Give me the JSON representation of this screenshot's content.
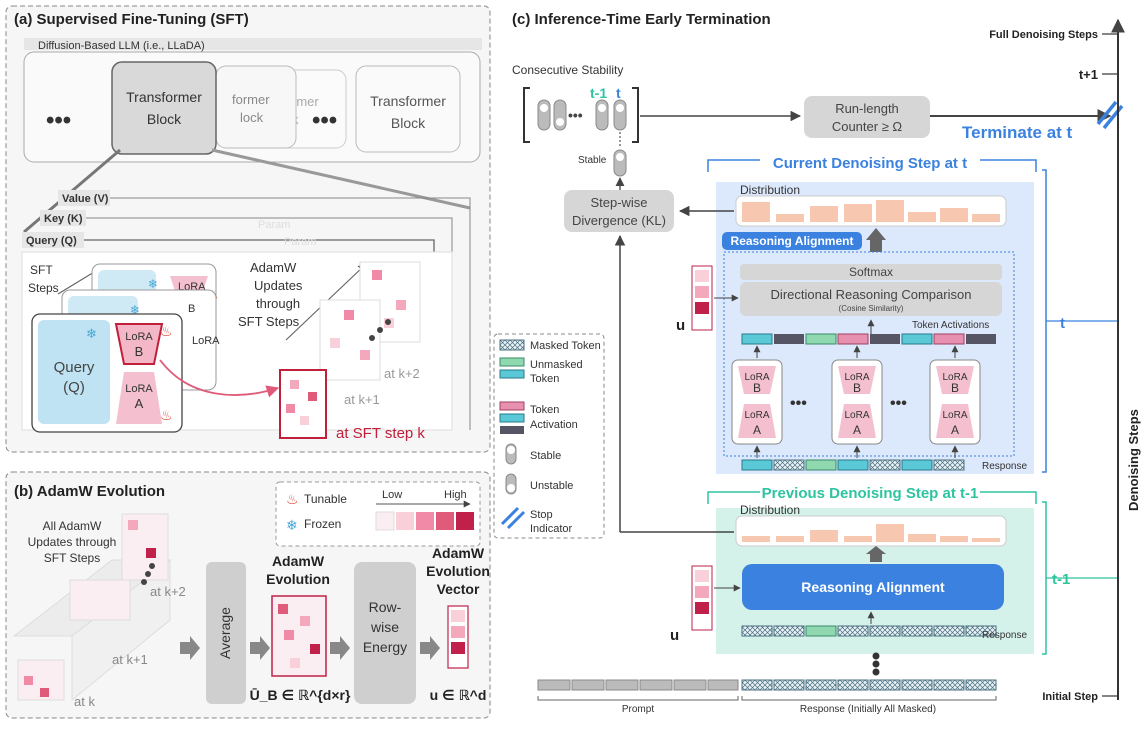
{
  "panel_a": {
    "title": "(a) Supervised Fine-Tuning (SFT)",
    "llm_label": "Diffusion-Based LLM (i.e., LLaDA)",
    "block1": [
      "Transformer",
      "Block"
    ],
    "block_frag1": "former",
    "block_frag2": "lock",
    "block_frag3": "rmer",
    "block_frag4": "k",
    "block_right": [
      "Transformer",
      "Block"
    ],
    "ellipsis": "•••",
    "value_label": "Value (V)",
    "key_label": "Key (K)",
    "query_label": "Query (Q)",
    "param1": "Param",
    "param2": "Param",
    "sft_steps": [
      "SFT",
      "Steps"
    ],
    "adamw_updates": [
      "AdamW",
      "Updates",
      "through",
      "SFT Steps"
    ],
    "query_box": [
      "Query",
      "(Q)"
    ],
    "lora_b": [
      "LoRA",
      "B"
    ],
    "lora_a": [
      "LoRA",
      "A"
    ],
    "lora_back": "LoRA",
    "at_k2": "at k+2",
    "at_k1": "at k+1",
    "at_k": "at SFT step k"
  },
  "panel_b": {
    "title": "(b) AdamW Evolution",
    "all_updates": [
      "All AdamW",
      "Updates through",
      "SFT Steps"
    ],
    "at_k2": "at k+2",
    "at_k1": "at k+1",
    "at_k": "at k",
    "average": "Average",
    "evolution_title": [
      "AdamW",
      "Evolution"
    ],
    "evolution_sym": "Ū_B ∈ ℝ^{d×r}",
    "row_energy": [
      "Row-",
      "wise",
      "Energy"
    ],
    "vector_title": [
      "AdamW",
      "Evolution",
      "Vector"
    ],
    "vector_sym": "u ∈ ℝ^d",
    "tunable": "Tunable",
    "frozen": "Frozen",
    "low": "Low",
    "high": "High"
  },
  "legend": {
    "masked": "Masked Token",
    "unmasked": [
      "Unmasked",
      "Token"
    ],
    "activation": [
      "Token",
      "Activation"
    ],
    "stable": "Stable",
    "unstable": "Unstable",
    "stop": [
      "Stop",
      "Indicator"
    ]
  },
  "panel_c": {
    "title": "(c) Inference-Time Early Termination",
    "consecutive": "Consecutive Stability",
    "t_minus_1": "t-1",
    "t": "t",
    "stable_label": "Stable",
    "run_length": [
      "Run-length",
      "Counter ≥ Ω"
    ],
    "terminate": "Terminate at t",
    "divergence": [
      "Step-wise",
      "Divergence (KL)"
    ],
    "current_step": "Current Denoising Step at t",
    "previous_step": "Previous Denoising Step at t-1",
    "distribution": "Distribution",
    "reasoning_alignment": "Reasoning Alignment",
    "softmax": "Softmax",
    "directional": "Directional Reasoning Comparison",
    "cosine": "(Cosine Similarity)",
    "token_activations": "Token Activations",
    "response": "Response",
    "u": "u",
    "prompt": "Prompt",
    "response_masked": "Response (Initially All Masked)",
    "full_steps": "Full Denoising Steps",
    "t_plus_1": "t+1",
    "initial_step": "Initial Step",
    "denoising_steps": "Denoising Steps",
    "axis_t": "t",
    "axis_t1": "t-1"
  },
  "colors": {
    "blue_accent": "#3b82e0",
    "green_accent": "#2ec4a0",
    "lora_pink": "#f2b4c4",
    "query_blue": "#bfe3f2",
    "heat_dark": "#c0204a"
  }
}
